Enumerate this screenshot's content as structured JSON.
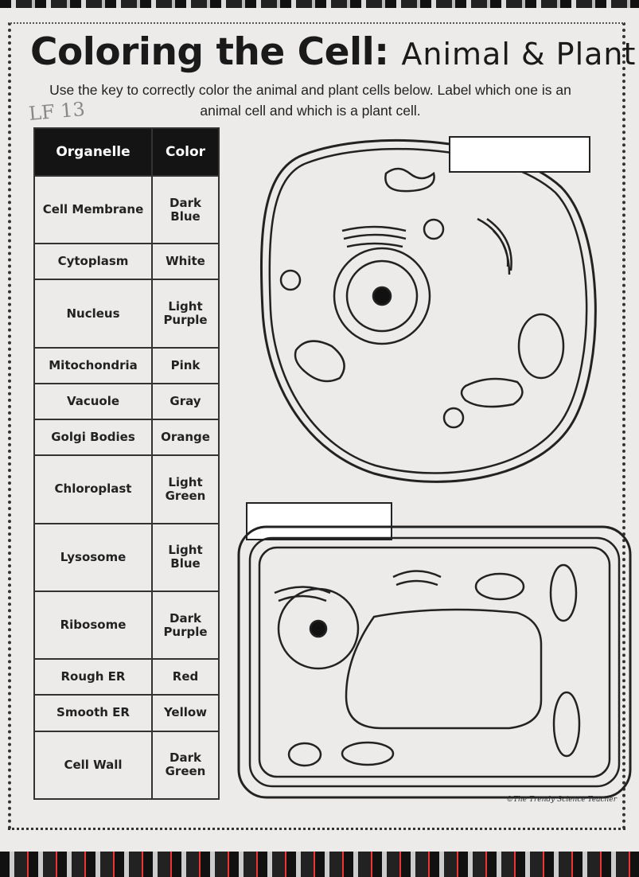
{
  "title": {
    "main": "Coloring the Cell:",
    "sub": "Animal & Plant"
  },
  "instructions": "Use the key to correctly color the animal and plant cells below. Label which one is an animal cell and which is a plant cell.",
  "handwriting": "LF 13",
  "key": {
    "headers": [
      "Organelle",
      "Color"
    ],
    "rows": [
      {
        "organelle": "Cell Membrane",
        "color": "Dark Blue"
      },
      {
        "organelle": "Cytoplasm",
        "color": "White"
      },
      {
        "organelle": "Nucleus",
        "color": "Light Purple"
      },
      {
        "organelle": "Mitochondria",
        "color": "Pink"
      },
      {
        "organelle": "Vacuole",
        "color": "Gray"
      },
      {
        "organelle": "Golgi Bodies",
        "color": "Orange"
      },
      {
        "organelle": "Chloroplast",
        "color": "Light Green"
      },
      {
        "organelle": "Lysosome",
        "color": "Light Blue"
      },
      {
        "organelle": "Ribosome",
        "color": "Dark Purple"
      },
      {
        "organelle": "Rough ER",
        "color": "Red"
      },
      {
        "organelle": "Smooth ER",
        "color": "Yellow"
      },
      {
        "organelle": "Cell Wall",
        "color": "Dark Green"
      }
    ]
  },
  "copyright": "©The Trendy Science Teacher"
}
